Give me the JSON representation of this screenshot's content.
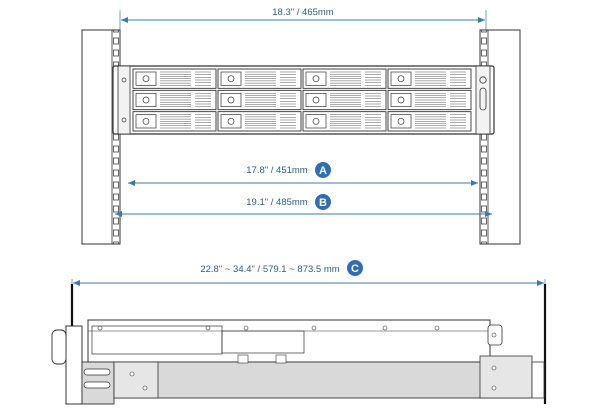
{
  "diagram": {
    "top_dimension": "18.3\" / 465mm",
    "dimension_a": {
      "label": "17.8\" / 451mm",
      "badge": "A"
    },
    "dimension_b": {
      "label": "19.1\" / 485mm",
      "badge": "B"
    },
    "dimension_c": {
      "label": "22.8\" ~ 34.4\" / 579.1 ~ 873.5 mm",
      "badge": "C"
    },
    "drive_bays": {
      "rows": 3,
      "columns": 4
    },
    "colors": {
      "dimension_line": "#3a7ab8",
      "badge": "#2f6db5",
      "outline": "#3a3a3a",
      "rail_fill": "#d9d9d9"
    }
  }
}
